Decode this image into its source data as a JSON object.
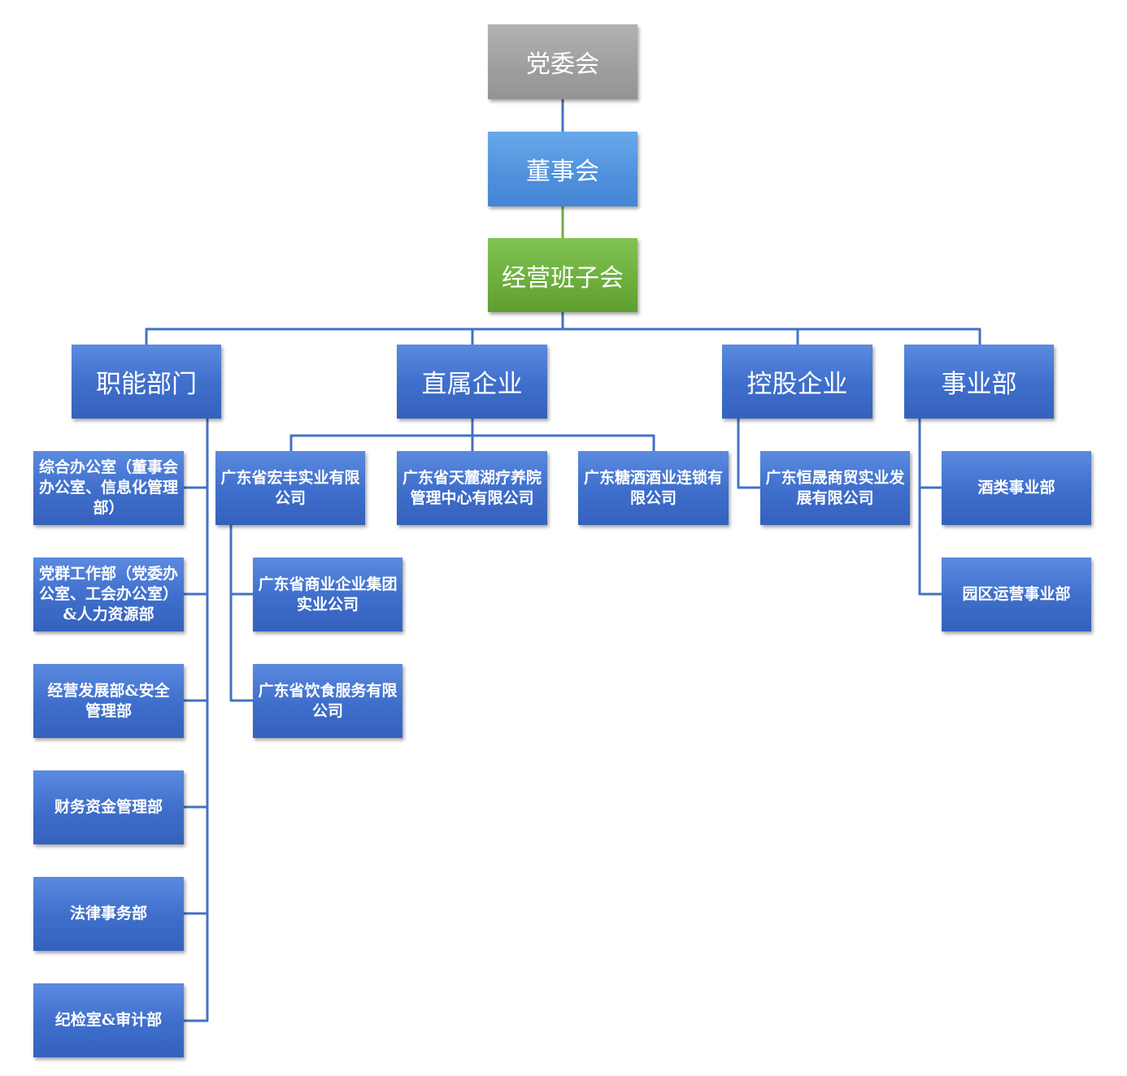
{
  "colors": {
    "connector_blue": "#4472c4",
    "connector_green": "#70ad47",
    "box_blue": "#4472c4",
    "box_light_blue": "#5b9bd5",
    "box_green": "#70ad47",
    "box_gray": "#a5a5a5",
    "text": "#ffffff"
  },
  "top": {
    "party_committee": "党委会",
    "board": "董事会",
    "management": "经营班子会"
  },
  "categories": {
    "functional": "职能部门",
    "direct": "直属企业",
    "holding": "控股企业",
    "business": "事业部"
  },
  "functional_departments": [
    "综合办公室（董事会办公室、信息化管理部）",
    "党群工作部（党委办公室、工会办公室）&人力资源部",
    "经营发展部&安全管理部",
    "财务资金管理部",
    "法律事务部",
    "纪检室&审计部"
  ],
  "direct_enterprises": {
    "hongfeng": "广东省宏丰实业有限公司",
    "tianlu": "广东省天麓湖疗养院管理中心有限公司",
    "tangjiu": "广东糖酒酒业连锁有限公司",
    "hongfeng_subs": [
      "广东省商业企业集团实业公司",
      "广东省饮食服务有限公司"
    ]
  },
  "holding_enterprises": {
    "hengsheng": "广东恒晟商贸实业发展有限公司"
  },
  "business_units": [
    "酒类事业部",
    "园区运营事业部"
  ]
}
